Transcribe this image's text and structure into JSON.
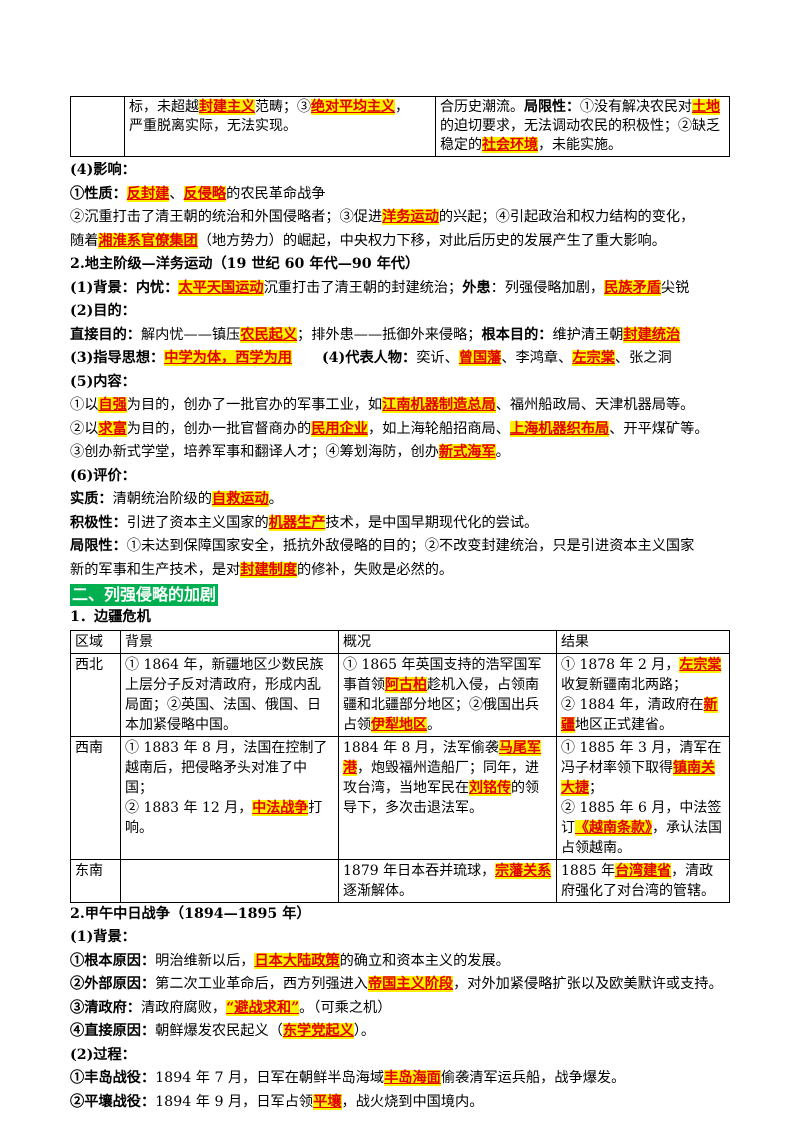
{
  "top_table": {
    "mid": [
      "标，未超越",
      "封建主义",
      "范畴；③",
      "绝对平均主义",
      "，",
      "严重脱离实际，无法实现。"
    ],
    "right": [
      "合历史潮流。",
      "局限性：",
      "①没有解决农民对",
      "土地",
      "的迫切要求，无法调动农民的积极性；②缺乏稳定的",
      "社会环境",
      "，未能实施。"
    ]
  },
  "s4_title": "(4)影响：",
  "s4_l1": [
    "①性质：",
    "反封建",
    "、",
    "反侵略",
    "的农民革命战争"
  ],
  "s4_l2": [
    "②沉重打击了清王朝的统治和外国侵略者；③促进",
    "洋务运动",
    "的兴起；④引起政治和权力结构的变化，"
  ],
  "s4_l3": [
    "随着",
    "湘淮系官僚集团",
    "（地方势力）的崛起，中央权力下移，对此后历史的发展产生了重大影响。"
  ],
  "yw_title": "2.地主阶级—洋务运动（19 世纪 60 年代—90 年代）",
  "yw_bg": [
    "(1)背景：内忧：",
    "太平天国运动",
    "沉重打击了清王朝的封建统治；",
    "外患",
    "：列强侵略加剧，",
    "民族矛盾",
    "尖锐"
  ],
  "yw_aim_t": "(2)目的：",
  "yw_aim": [
    "直接目的：",
    "解内忧——镇压",
    "农民起义",
    "；排外患——抵御外来侵略；",
    "根本目的：",
    "维护清王朝",
    "封建统治"
  ],
  "yw_idea": [
    "(3)指导思想：",
    "中学为体，西学为用",
    "(4)代表人物：",
    "奕䜣、",
    "曾国藩",
    "、李鸿章、",
    "左宗棠",
    "、张之洞"
  ],
  "yw_c_t": "(5)内容：",
  "yw_c1": [
    "①以",
    "自强",
    "为目的，创办了一批官办的军事工业，如",
    "江南机器制造总局",
    "、福州船政局、天津机器局等。"
  ],
  "yw_c2": [
    "②以",
    "求富",
    "为目的，创办一批官督商办的",
    "民用企业",
    "，如上海轮船招商局、",
    "上海机器织布局",
    "、开平煤矿等。"
  ],
  "yw_c3": [
    "③创办新式学堂，培养军事和翻译人才；④筹划海防，创办",
    "新式海军",
    "。"
  ],
  "yw_e_t": "(6)评价：",
  "yw_e1": [
    "实质：",
    "清朝统治阶级的",
    "自救运动",
    "。"
  ],
  "yw_e2": [
    "积极性：",
    "引进了资本主义国家的",
    "机器生产",
    "技术，是中国早期现代化的尝试。"
  ],
  "yw_e3": [
    "局限性：",
    "①未达到保障国家安全，抵抗外敌侵略的目的；②不改变封建统治，只是引进资本主义国家"
  ],
  "yw_e4": [
    "新的军事和生产技术，是对",
    "封建制度",
    "的修补，失败是必然的。"
  ],
  "part2": "二、列强侵略的加剧",
  "bj_title": "1．边疆危机",
  "bj_head": [
    "区域",
    "背景",
    "概况",
    "结果"
  ],
  "bj_nw": {
    "region": "西北",
    "bg": "① 1864 年，新疆地区少数民族上层分子反对清政府，形成内乱局面；②英国、法国、俄国、日本加紧侵略中国。",
    "gk": [
      "① 1865 年英国支持的浩罕国军事首领",
      "阿古柏",
      "趁机入侵，占领南疆和北疆部分地区；②俄国出兵占领",
      "伊犁地区",
      "。"
    ],
    "jg": [
      "① 1878 年 2 月，",
      "左宗棠",
      "收复新疆南北两路；",
      "② 1884 年，清政府在",
      "新疆",
      "地区正式建省。"
    ]
  },
  "bj_sw": {
    "region": "西南",
    "bg": [
      "① 1883 年 8 月，法国在控制了越南后，把侵略矛头对准了中国；",
      "② 1883 年 12 月，",
      "中法战争",
      "打响。"
    ],
    "gk": [
      "1884 年 8 月，法军偷袭",
      "马尾军港",
      "，炮毁福州造船厂；同年，进攻台湾，当地军民在",
      "刘铭传",
      "的领导下，多次击退法军。"
    ],
    "jg": [
      "① 1885 年 3 月，清军在冯子材率领下取得",
      "镇南关大捷",
      "；",
      "② 1885 年 6 月，中法签订",
      "《越南条款》",
      "，承认法国占领越南。"
    ]
  },
  "bj_se": {
    "region": "东南",
    "gk": [
      "1879 年日本吞并琉球，",
      "宗藩关系",
      "逐渐解体。"
    ],
    "jg": [
      "1885 年",
      "台湾建省",
      "，清政府强化了对台湾的管辖。"
    ]
  },
  "jw_title": "2.甲午中日战争（1894—1895 年）",
  "jw_bg_t": "(1)背景：",
  "jw_b1": [
    "①根本原因：",
    "明治维新以后，",
    "日本大陆政策",
    "的确立和资本主义的发展。"
  ],
  "jw_b2": [
    "②外部原因：",
    "第二次工业革命后，西方列强进入",
    "帝国主义阶段",
    "，对外加紧侵略扩张以及欧美默许或支持。"
  ],
  "jw_b3": [
    "③清政府：",
    "清政府腐败，",
    "“避战求和”",
    "。（可乘之机）"
  ],
  "jw_b4": [
    "④直接原因：",
    "朝鲜爆发农民起义（",
    "东学党起义",
    "）。"
  ],
  "jw_p_t": "(2)过程：",
  "jw_p1": [
    "①丰岛战役：",
    "1894 年 7 月，日军在朝鲜半岛海域",
    "丰岛海面",
    "偷袭清军运兵船，战争爆发。"
  ],
  "jw_p2": [
    "②平壤战役：",
    "1894 年 9 月，日军占领",
    "平壤",
    "，战火烧到中国境内。"
  ]
}
